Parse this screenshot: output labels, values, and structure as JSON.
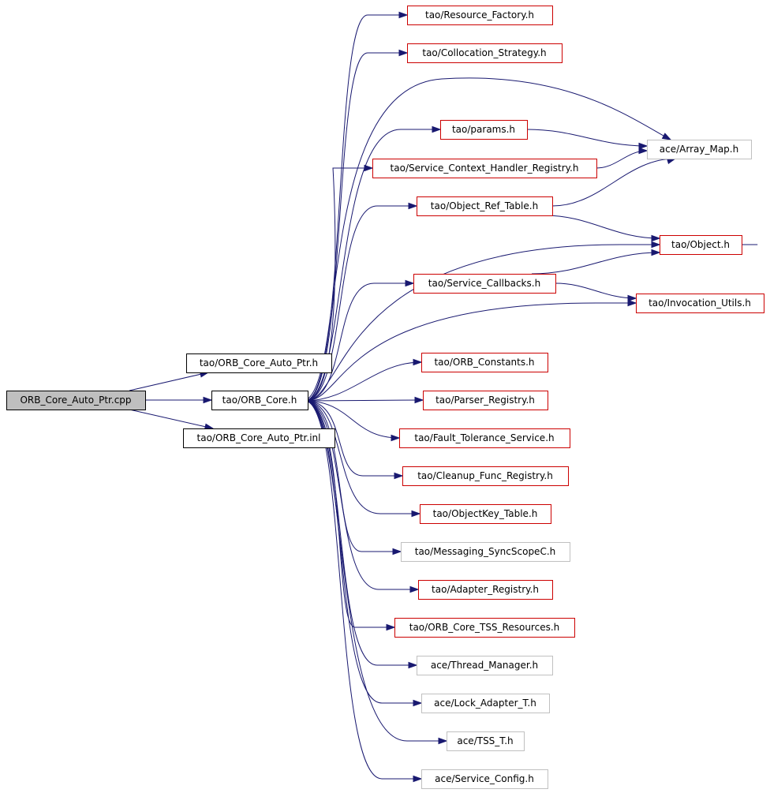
{
  "colors": {
    "edge": "#191970",
    "root_fill": "#bfbfbf",
    "black_border": "#000000",
    "red_border": "#cc0000",
    "grey_border": "#c0c0c0"
  },
  "nodes": [
    {
      "id": "root",
      "label": "ORB_Core_Auto_Ptr.cpp",
      "style": "root"
    },
    {
      "id": "auto_h",
      "label": "tao/ORB_Core_Auto_Ptr.h",
      "style": "black"
    },
    {
      "id": "orbcore",
      "label": "tao/ORB_Core.h",
      "style": "black"
    },
    {
      "id": "auto_inl",
      "label": "tao/ORB_Core_Auto_Ptr.inl",
      "style": "black"
    },
    {
      "id": "resfac",
      "label": "tao/Resource_Factory.h",
      "style": "red"
    },
    {
      "id": "colloc",
      "label": "tao/Collocation_Strategy.h",
      "style": "red"
    },
    {
      "id": "params",
      "label": "tao/params.h",
      "style": "red"
    },
    {
      "id": "arraymap",
      "label": "ace/Array_Map.h",
      "style": "grey"
    },
    {
      "id": "svcctx",
      "label": "tao/Service_Context_Handler_Registry.h",
      "style": "red"
    },
    {
      "id": "objref",
      "label": "tao/Object_Ref_Table.h",
      "style": "red"
    },
    {
      "id": "object",
      "label": "tao/Object.h",
      "style": "red"
    },
    {
      "id": "svccb",
      "label": "tao/Service_Callbacks.h",
      "style": "red"
    },
    {
      "id": "invutils",
      "label": "tao/Invocation_Utils.h",
      "style": "red"
    },
    {
      "id": "orbconst",
      "label": "tao/ORB_Constants.h",
      "style": "red"
    },
    {
      "id": "parser",
      "label": "tao/Parser_Registry.h",
      "style": "red"
    },
    {
      "id": "fault",
      "label": "tao/Fault_Tolerance_Service.h",
      "style": "red"
    },
    {
      "id": "cleanup",
      "label": "tao/Cleanup_Func_Registry.h",
      "style": "red"
    },
    {
      "id": "objkey",
      "label": "tao/ObjectKey_Table.h",
      "style": "red"
    },
    {
      "id": "syncscope",
      "label": "tao/Messaging_SyncScopeC.h",
      "style": "grey"
    },
    {
      "id": "adapter",
      "label": "tao/Adapter_Registry.h",
      "style": "red"
    },
    {
      "id": "tss",
      "label": "tao/ORB_Core_TSS_Resources.h",
      "style": "red"
    },
    {
      "id": "threadmgr",
      "label": "ace/Thread_Manager.h",
      "style": "grey"
    },
    {
      "id": "lockadapt",
      "label": "ace/Lock_Adapter_T.h",
      "style": "grey"
    },
    {
      "id": "tsst",
      "label": "ace/TSS_T.h",
      "style": "grey"
    },
    {
      "id": "svcconfig",
      "label": "ace/Service_Config.h",
      "style": "grey"
    }
  ],
  "edges": [
    [
      "root",
      "auto_h"
    ],
    [
      "root",
      "orbcore"
    ],
    [
      "root",
      "auto_inl"
    ],
    [
      "orbcore",
      "resfac"
    ],
    [
      "orbcore",
      "colloc"
    ],
    [
      "orbcore",
      "arraymap"
    ],
    [
      "orbcore",
      "params"
    ],
    [
      "orbcore",
      "svcctx"
    ],
    [
      "orbcore",
      "objref"
    ],
    [
      "orbcore",
      "object"
    ],
    [
      "orbcore",
      "svccb"
    ],
    [
      "orbcore",
      "invutils"
    ],
    [
      "orbcore",
      "orbconst"
    ],
    [
      "orbcore",
      "parser"
    ],
    [
      "orbcore",
      "fault"
    ],
    [
      "orbcore",
      "cleanup"
    ],
    [
      "orbcore",
      "objkey"
    ],
    [
      "orbcore",
      "syncscope"
    ],
    [
      "orbcore",
      "adapter"
    ],
    [
      "orbcore",
      "tss"
    ],
    [
      "orbcore",
      "threadmgr"
    ],
    [
      "orbcore",
      "lockadapt"
    ],
    [
      "orbcore",
      "tsst"
    ],
    [
      "orbcore",
      "svcconfig"
    ],
    [
      "params",
      "arraymap"
    ],
    [
      "svcctx",
      "arraymap"
    ],
    [
      "objref",
      "arraymap"
    ],
    [
      "objref",
      "object"
    ],
    [
      "svccb",
      "object"
    ],
    [
      "svccb",
      "invutils"
    ]
  ]
}
